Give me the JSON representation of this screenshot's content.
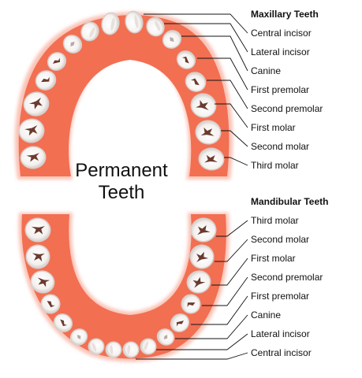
{
  "diagram": {
    "title_line1": "Permanent",
    "title_line2": "Teeth",
    "colors": {
      "gum": "#f26f52",
      "gum_edge": "#f8b4a3",
      "tooth": "#ffffff",
      "tooth_shade": "#e2dcd9",
      "groove": "#6b3a2f"
    },
    "maxillary": {
      "heading": "Maxillary Teeth",
      "labels": [
        "Central incisor",
        "Lateral incisor",
        "Canine",
        "First premolar",
        "Second premolar",
        "First molar",
        "Second molar",
        "Third molar"
      ]
    },
    "mandibular": {
      "heading": "Mandibular Teeth",
      "labels": [
        "Third molar",
        "Second molar",
        "First molar",
        "Second premolar",
        "First premolar",
        "Canine",
        "Lateral incisor",
        "Central incisor"
      ]
    }
  }
}
